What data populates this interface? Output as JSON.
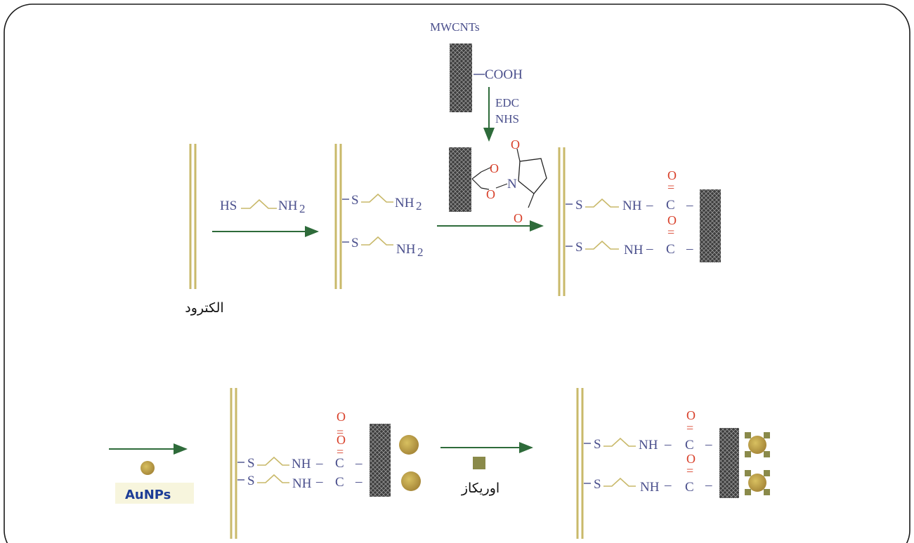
{
  "labels": {
    "mwcnts": "MWCNTs",
    "cooh": "COOH",
    "edc": "EDC",
    "nhs": "NHS",
    "hs": "HS",
    "nh2": "NH",
    "s": "S",
    "nh": "NH",
    "c": "C",
    "o": "O",
    "n": "N",
    "electrode_fa": "الکترود",
    "urease_fa": "اوریکاز",
    "aunps": "AuNPs"
  },
  "colors": {
    "frame": "#1a1a1a",
    "electrode": "#c9b96a",
    "arrow": "#2e6b3a",
    "text": "#4a4f8c",
    "oxygen_red": "#d8402a",
    "cnt": "#555555",
    "gold_np": "#b59a3a",
    "enzyme": "#8a8a4a"
  }
}
